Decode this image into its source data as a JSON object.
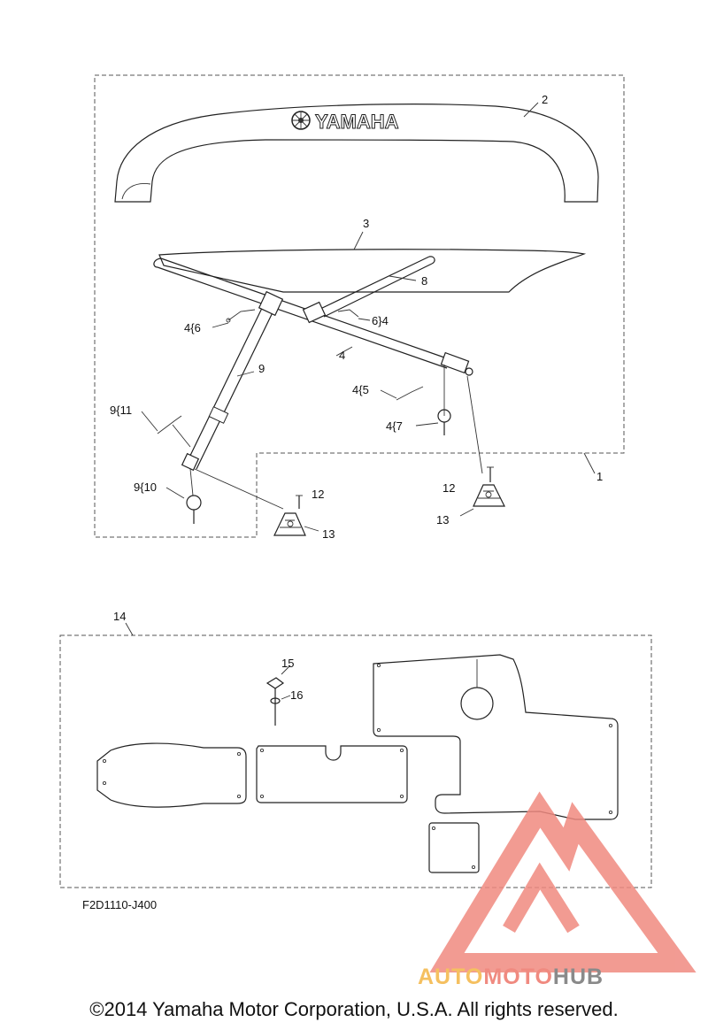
{
  "callouts": {
    "c1": "1",
    "c2": "2",
    "c3": "3",
    "c4a": "4",
    "c8": "8",
    "c4_6": "4{6",
    "c6_4": "6}4",
    "c9": "9",
    "c4_5": "4{5",
    "c4_7": "4{7",
    "c9_11": "9{11",
    "c9_10": "9{10",
    "c12a": "12",
    "c13a": "13",
    "c12b": "12",
    "c13b": "13",
    "c14": "14",
    "c15": "15",
    "c16": "16"
  },
  "logo_text": "YAMAHA",
  "diagram_code": "F2D1110-J400",
  "watermark": {
    "part1": "AUTO",
    "part2": "MOTO",
    "part3": "HUB",
    "colors": {
      "auto": "#f5c060",
      "moto": "#f08a80",
      "hub": "#8a8a8a",
      "triangle": "#f08a80"
    }
  },
  "copyright": "©2014 Yamaha Motor Corporation, U.S.A. All rights reserved."
}
